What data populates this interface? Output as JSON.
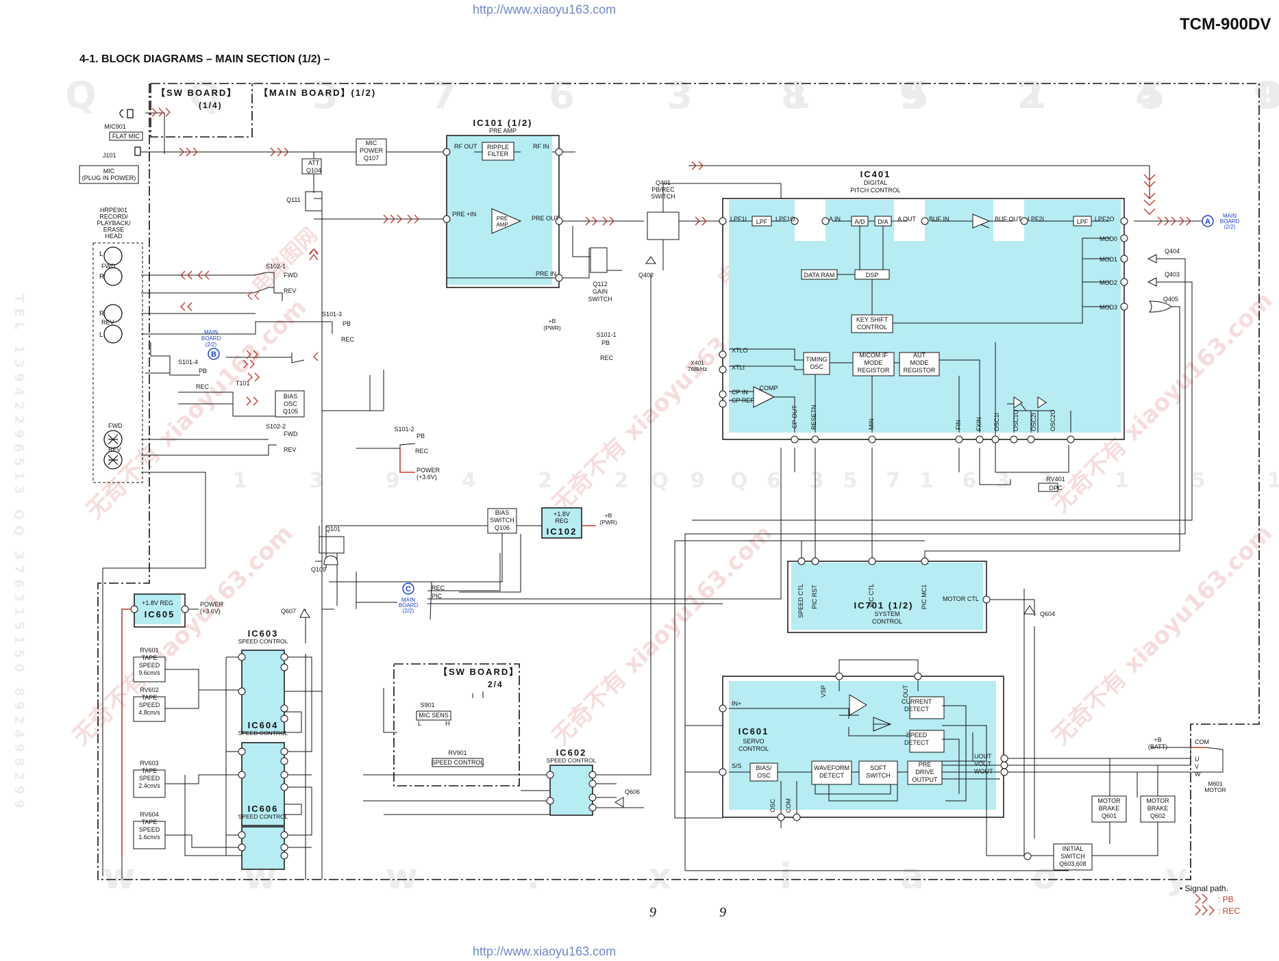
{
  "header": {
    "url_top": "http://www.xiaoyu163.com",
    "model": "TCM-900DV",
    "section_title": "4-1. BLOCK DIAGRAMS – MAIN SECTION (1/2) –"
  },
  "footer": {
    "page_left": "9",
    "page_right": "9",
    "url_bottom": "http://www.xiaoyu163.com"
  },
  "legend": {
    "heading": "• Signal path.",
    "pb": ": PB",
    "rec": ": REC"
  },
  "boards": {
    "sw_board_1": "【SW BOARD】",
    "sw_board_1_sub": "(1/4)",
    "main_board": "【MAIN BOARD】(1/2)",
    "sw_board_2": "【SW BOARD】",
    "sw_board_2_sub": "2/4"
  },
  "components": {
    "mic901": "MIC901",
    "flat_mic": "FLAT MIC",
    "j101": "J101",
    "mic_plug": [
      "MIC",
      "(PLUG IN POWER)"
    ],
    "head": [
      "HRPE901",
      "RECORD/",
      "PLAYBACK/",
      "ERASE",
      "HEAD"
    ],
    "att": [
      "ATT",
      "Q104"
    ],
    "mic_power": [
      "MIC",
      "POWER",
      "Q107"
    ],
    "q111": "Q111",
    "s102_1": "S102-1",
    "s102_2": "S102-2",
    "s101_3": "S101-3",
    "s101_4": "S101-4",
    "s101_1": "S101-1",
    "s101_2": "S101-2",
    "fwd": "FWD",
    "rev": "REV",
    "pb": "PB",
    "rec": "REC",
    "t101": "T101",
    "bias_osc": [
      "BIAS",
      "OSC",
      "Q105"
    ],
    "ic101_title": "IC101 (1/2)",
    "ic101_sub": "PRE AMP",
    "rf_out": "RF OUT",
    "rf_in": "RF IN",
    "ripple": [
      "RIPPLE",
      "FILTER"
    ],
    "pre_in_plus": "PRE +IN",
    "pre_out": "PRE OUT",
    "pre_in": "PRE IN",
    "pre_amp": [
      "PRE",
      "AMP"
    ],
    "q112": [
      "Q112",
      "GAIN",
      "SWITCH"
    ],
    "plus_b_pwr": [
      "+B",
      "(PWR)"
    ],
    "q401": [
      "Q401",
      "PB/REC",
      "SWITCH"
    ],
    "q402": "Q402",
    "ic401_title": "IC401",
    "ic401_sub": [
      "DIGITAL",
      "PITCH CONTROL"
    ],
    "lpf1i": "LPF1I",
    "lpf1o": "LPF1O",
    "lpf": "LPF",
    "a_in": "A IN",
    "ad": "A/D",
    "da": "D/A",
    "a_out": "A OUT",
    "buf_in": "BUF IN",
    "buf_out": "BUF OUT",
    "lpf2i": "LPF2I",
    "lpf2o": "LPF2O",
    "data_ram": "DATA RAM",
    "dsp": "DSP",
    "key_shift": [
      "KEY SHIFT",
      "CONTROL"
    ],
    "mod": [
      "MOD0",
      "MOD1",
      "MOD2",
      "MOD3"
    ],
    "q404": "Q404",
    "q403": "Q403",
    "q405": "Q405",
    "main_board_a": [
      "MAIN",
      "BOARD",
      "(2/2)"
    ],
    "xtlo": "XTLO",
    "xtli": "XTLI",
    "x401": [
      "X401",
      "768kHz"
    ],
    "timing_osc": [
      "TIMING",
      "OSC"
    ],
    "micom_if": [
      "MICOM IF",
      "MODE",
      "REGISTOR"
    ],
    "aut_mode": [
      "AUT",
      "MODE",
      "REGISTOR"
    ],
    "cp_in": "CP IN",
    "cp_ref": "CP REF",
    "comp": "COMP",
    "ic401_bottom": [
      "CP OUT",
      "RESETN",
      "MIN",
      "FIN",
      "FXIN",
      "OSC1I",
      "OSC1O",
      "OSC2I",
      "OSC2O"
    ],
    "rv401": [
      "RV401",
      "DPC"
    ],
    "bias_switch": [
      "BIAS",
      "SWITCH",
      "Q106"
    ],
    "reg_18": "+1.8V",
    "reg_label": "REG",
    "ic102": "IC102",
    "q101": "Q101",
    "q109": "Q109",
    "power_36": [
      "POWER",
      "(+3.6V)"
    ],
    "ic701_pins": [
      "SPEED CTL",
      "PIC RST",
      "PIC CTL",
      "PIC MC1"
    ],
    "motor_ctl": "MOTOR CTL",
    "ic701_title": "IC701 (1/2)",
    "ic701_sub": [
      "SYSTEM",
      "CONTROL"
    ],
    "q604": "Q604",
    "c_rec": "REC",
    "c_pic": "PIC",
    "reg18_605": "+1.8V REG",
    "ic605": "IC605",
    "q607": "Q607",
    "ic603": "IC603",
    "ic604": "IC604",
    "ic606": "IC606",
    "ic602": "IC602",
    "speed_control": "SPEED CONTROL",
    "rv601": [
      "RV601",
      "TAPE",
      "SPEED",
      "9.6cm/s"
    ],
    "rv602": [
      "RV602",
      "TAPE",
      "SPEED",
      "4.8cm/s"
    ],
    "rv603": [
      "RV603",
      "TAPE",
      "SPEED",
      "2.4cm/s"
    ],
    "rv604": [
      "RV604",
      "TAPE",
      "SPEED",
      "1.6cm/s"
    ],
    "s901": "S901",
    "mic_sens": "MIC SENS",
    "lh": [
      "L",
      "H"
    ],
    "rv901": [
      "RV901",
      "SPEED CONTROL"
    ],
    "q606": "Q606",
    "ic601_title": "IC601",
    "ic601_sub": [
      "SERVO",
      "CONTROL"
    ],
    "in_plus": "IN+",
    "ss": "S/S",
    "vsp": "VSP",
    "out": "OUT",
    "current_detect": [
      "CURRENT",
      "DETECT"
    ],
    "speed_detect": [
      "SPEED",
      "DETECT"
    ],
    "bias_osc2": [
      "BIAS/",
      "OSC"
    ],
    "waveform": [
      "WAVEFORM",
      "DETECT"
    ],
    "soft_switch": [
      "SOFT",
      "SWITCH"
    ],
    "pre_drive": [
      "PRE",
      "DRIVE",
      "OUTPUT"
    ],
    "uvw_out": [
      "UOUT",
      "VOUT",
      "WOUT"
    ],
    "osc_com": [
      "OSC",
      "COM"
    ],
    "plus_b_batt": [
      "+B",
      "(BATT)"
    ],
    "com": "COM",
    "uvw": [
      "U",
      "V",
      "W"
    ],
    "m601": [
      "M601",
      "MOTOR"
    ],
    "brake1": [
      "MOTOR",
      "BRAKE",
      "Q601"
    ],
    "brake2": [
      "MOTOR",
      "BRAKE",
      "Q602"
    ],
    "initial_switch": [
      "INITIAL",
      "SWITCH",
      "Q603,608"
    ]
  },
  "markers": {
    "a": "A",
    "b": "B",
    "c": "C"
  },
  "colors": {
    "ic_fill": "#b6ecf2",
    "rec_arrow": "#c0392b",
    "marker_blue": "#1a3fd6",
    "url": "#6f86c9"
  }
}
